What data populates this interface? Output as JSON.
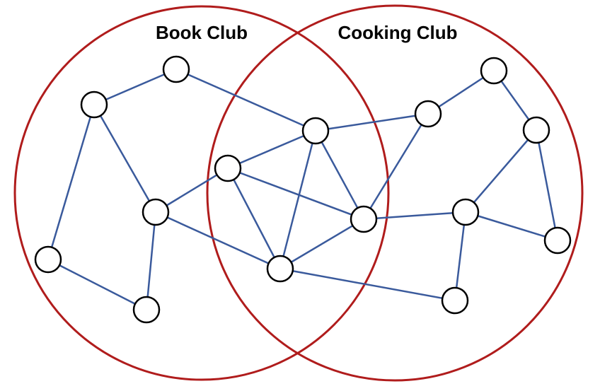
{
  "groups": [
    {
      "id": "book",
      "label": "Book Club",
      "color": "#b01c1c"
    },
    {
      "id": "cooking",
      "label": "Cooking Club",
      "color": "#b01c1c"
    }
  ],
  "style": {
    "edge_color": "#3a5a9c",
    "node_stroke": "#000000",
    "node_fill": "#ffffff"
  },
  "nodes": [
    {
      "id": "n1",
      "groups": [
        "book"
      ]
    },
    {
      "id": "n2",
      "groups": [
        "book"
      ]
    },
    {
      "id": "n3",
      "groups": [
        "book"
      ]
    },
    {
      "id": "n4",
      "groups": [
        "book"
      ]
    },
    {
      "id": "n5",
      "groups": [
        "book"
      ]
    },
    {
      "id": "n6",
      "groups": [
        "book",
        "cooking"
      ]
    },
    {
      "id": "n7",
      "groups": [
        "book",
        "cooking"
      ]
    },
    {
      "id": "n8",
      "groups": [
        "book",
        "cooking"
      ]
    },
    {
      "id": "n9",
      "groups": [
        "book",
        "cooking"
      ]
    },
    {
      "id": "n10",
      "groups": [
        "cooking"
      ]
    },
    {
      "id": "n11",
      "groups": [
        "cooking"
      ]
    },
    {
      "id": "n12",
      "groups": [
        "cooking"
      ]
    },
    {
      "id": "n13",
      "groups": [
        "cooking"
      ]
    },
    {
      "id": "n14",
      "groups": [
        "cooking"
      ]
    },
    {
      "id": "n15",
      "groups": [
        "cooking"
      ]
    }
  ],
  "edges": [
    [
      "n1",
      "n2"
    ],
    [
      "n1",
      "n7"
    ],
    [
      "n2",
      "n3"
    ],
    [
      "n2",
      "n4"
    ],
    [
      "n3",
      "n6"
    ],
    [
      "n3",
      "n5"
    ],
    [
      "n3",
      "n8"
    ],
    [
      "n4",
      "n5"
    ],
    [
      "n6",
      "n7"
    ],
    [
      "n6",
      "n9"
    ],
    [
      "n6",
      "n8"
    ],
    [
      "n7",
      "n8"
    ],
    [
      "n7",
      "n9"
    ],
    [
      "n7",
      "n10"
    ],
    [
      "n8",
      "n9"
    ],
    [
      "n8",
      "n14"
    ],
    [
      "n9",
      "n10"
    ],
    [
      "n9",
      "n13"
    ],
    [
      "n10",
      "n11"
    ],
    [
      "n11",
      "n12"
    ],
    [
      "n12",
      "n13"
    ],
    [
      "n12",
      "n15"
    ],
    [
      "n13",
      "n14"
    ],
    [
      "n13",
      "n15"
    ]
  ]
}
